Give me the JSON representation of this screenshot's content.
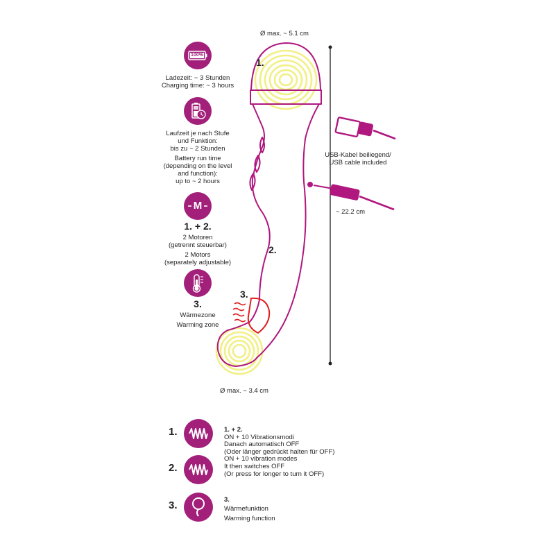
{
  "diameter_top": "Ø max. ~ 5.1 cm",
  "diameter_bottom": "Ø max. ~ 3.4 cm",
  "length": "~ 22.2 cm",
  "usb_label": [
    "USB-Kabel beiliegend/",
    "USB cable included"
  ],
  "battery_icon_text": "100%",
  "charging": [
    "Ladezeit: ~ 3 Stunden",
    "Charging time: ~ 3 hours"
  ],
  "runtime_de": [
    "Laufzeit je nach Stufe",
    "und Funktion:",
    "bis zu ~ 2 Stunden"
  ],
  "runtime_en": [
    "Battery run time",
    "(depending on the level",
    "and function):",
    "up to ~ 2 hours"
  ],
  "motor_icon_text": "M",
  "motors_heading": "1. + 2.",
  "motors_de": [
    "2 Motoren",
    "(getrennt steuerbar)"
  ],
  "motors_en": [
    "2 Motors",
    "(separately adjustable)"
  ],
  "warming_heading": "3.",
  "warming_de": "Wärmezone",
  "warming_en": "Warming zone",
  "diagram_labels": [
    "1.",
    "2.",
    "3."
  ],
  "bottom": {
    "row1_num": "1.",
    "row2_num": "2.",
    "row3_num": "3.",
    "vib_heading": "1. + 2.",
    "vib_de": [
      "ON + 10 Vibrationsmodi",
      "Danach automatisch OFF",
      "(Oder länger gedrückt halten für OFF)"
    ],
    "vib_en": [
      "ON + 10 vibration modes",
      "It then switches OFF",
      "(Or press for longer to turn it OFF)"
    ],
    "warm_heading": "3.",
    "warm_de": "Wärmefunktion",
    "warm_en": "Warming function"
  },
  "colors": {
    "accent": "#a21f7a",
    "magenta": "#b0177f",
    "yellow": "#f2ef85",
    "red": "#e02020"
  }
}
